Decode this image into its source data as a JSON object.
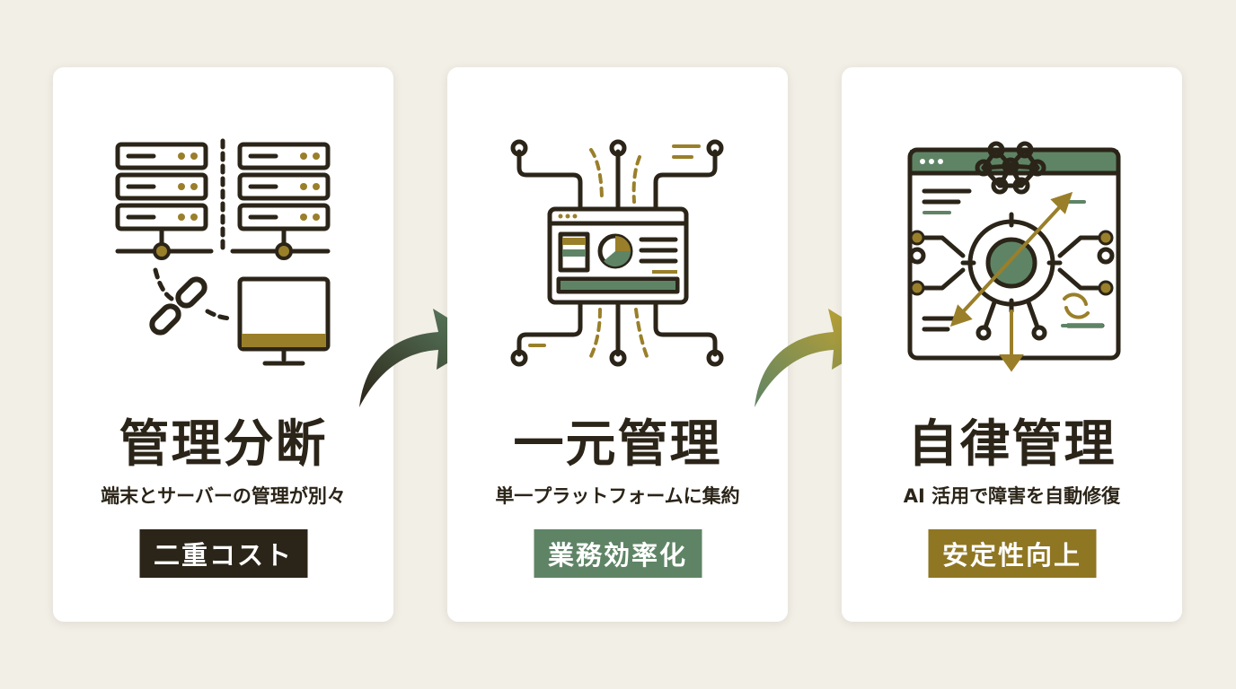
{
  "colors": {
    "dark": "#2b2418",
    "green": "#5e8465",
    "gold": "#9a7f2a",
    "gold_bright": "#c9a52b",
    "background": "#f2efe7"
  },
  "cards": [
    {
      "title": "管理分断",
      "subtitle": "端末とサーバーの管理が別々",
      "badge": "二重コスト",
      "badge_color": "#2b2418",
      "icon": "split-servers-icon"
    },
    {
      "title": "一元管理",
      "subtitle": "単一プラットフォームに集約",
      "badge": "業務効率化",
      "badge_color": "#5e8465",
      "icon": "unified-dashboard-icon"
    },
    {
      "title": "自律管理",
      "subtitle": "AI 活用で障害を自動修復",
      "badge": "安定性向上",
      "badge_color": "#8f7622",
      "icon": "ai-autonomous-icon"
    }
  ],
  "arrows": [
    "curved-arrow-icon",
    "curved-arrow-icon"
  ]
}
